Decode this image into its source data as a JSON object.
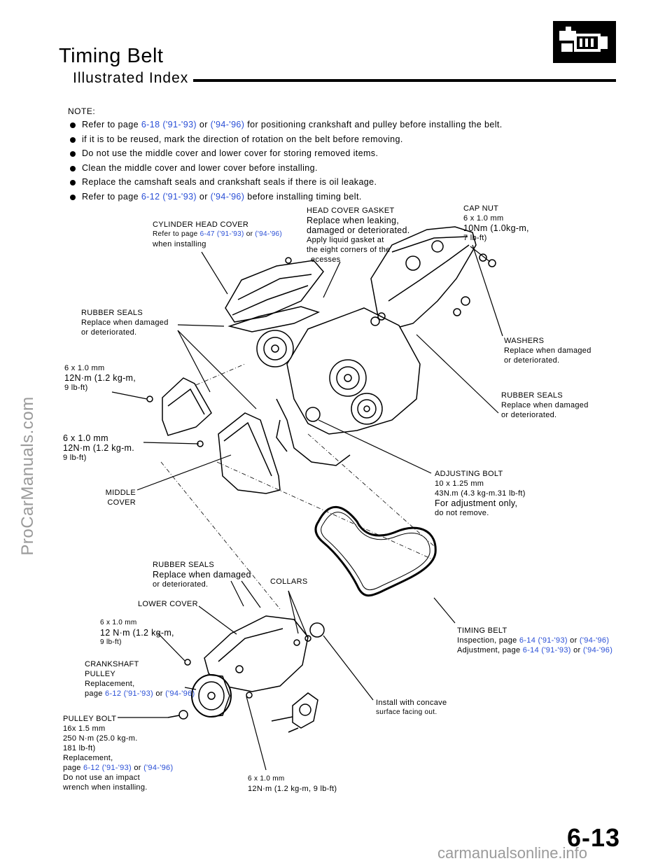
{
  "page": {
    "title": "Timing Belt",
    "subtitle": "Illustrated Index",
    "page_number": "6-13",
    "icon": "engine-section-icon",
    "watermark_side": "ProCarManuals.com",
    "watermark_footer": "carmanualsonline.info"
  },
  "notes": {
    "heading": "NOTE:",
    "items": [
      {
        "pre": "Refer to page ",
        "ref1": "6-18 ('91-'93)",
        "mid": " or ",
        "ref2": "('94-'96)",
        "post": " for positioning crankshaft and pulley before installing the belt."
      },
      {
        "pre": "if it is to be reused, mark the direction of rotation on the belt before removing.",
        "ref1": "",
        "mid": "",
        "ref2": "",
        "post": ""
      },
      {
        "pre": "Do not use the middle cover and lower cover for storing removed items.",
        "ref1": "",
        "mid": "",
        "ref2": "",
        "post": ""
      },
      {
        "pre": "Clean the middle cover and lower cover before installing.",
        "ref1": "",
        "mid": "",
        "ref2": "",
        "post": ""
      },
      {
        "pre": "Replace the camshaft seals and crankshaft seals if there is oil leakage.",
        "ref1": "",
        "mid": "",
        "ref2": "",
        "post": ""
      },
      {
        "pre": "Refer to page ",
        "ref1": "6-12 ('91-'93)",
        "mid": " or ",
        "ref2": "('94-'96)",
        "post": " before installing timing belt."
      }
    ]
  },
  "labels": {
    "cyl_head_cover": {
      "l1": "CYLINDER HEAD COVER",
      "l2_pre": "Refer to page ",
      "l2_ref1": "6-47 ('91-'93)",
      "l2_mid": " or ",
      "l2_ref2": "('94-'96)",
      "l3": "when installing"
    },
    "head_gasket": {
      "l1": "HEAD COVER GASKET",
      "l2": "Replace when leaking,",
      "l3": "damaged or deteriorated.",
      "l4": "Apply liquid gasket at",
      "l5": "the eight corners of the",
      "l6": "ecesses"
    },
    "cap_nut": {
      "l1": "CAP NUT",
      "l2": "6 x 1.0 mm",
      "l3": "10Nm (1.0kg-m,",
      "l4": "7 lb-ft)"
    },
    "rubber_seals_1": {
      "l1": "RUBBER SEALS",
      "l2": "Replace when damaged",
      "l3": "or deteriorated."
    },
    "washers": {
      "l1": "WASHERS",
      "l2": "Replace when damaged",
      "l3": "or deteriorated."
    },
    "bolt_a": {
      "l1": "6 x 1.0 mm",
      "l2": "12N·m (1.2 kg-m,",
      "l3": "9 lb-ft)"
    },
    "rubber_seals_2": {
      "l1": "RUBBER SEALS",
      "l2": "Replace when damaged",
      "l3": "or deteriorated."
    },
    "bolt_b": {
      "l1": "6 x 1.0 mm",
      "l2": "12N·m (1.2 kg-m.",
      "l3": "9 lb-ft)"
    },
    "adjusting_bolt": {
      "l1": "ADJUSTING BOLT",
      "l2": "10 x 1.25 mm",
      "l3": "43N.m (4.3 kg-m.31 lb-ft)",
      "l4": "For adjustment only,",
      "l5": "do not remove."
    },
    "middle_cover": {
      "l1": "MIDDLE",
      "l2": "COVER"
    },
    "rubber_seals_3": {
      "l1": "RUBBER SEALS",
      "l2": "Replace when damaged",
      "l3": "or deteriorated."
    },
    "collars": {
      "l1": "COLLARS"
    },
    "lower_cover": {
      "l1": "LOWER COVER"
    },
    "bolt_c": {
      "l1": "6 x 1.0 mm",
      "l2": "12 N·m (1.2 kg-m,",
      "l3": "9 lb-ft)"
    },
    "timing_belt": {
      "l1": "TIMING BELT",
      "l2_pre": "Inspection, page ",
      "l2_ref1": "6-14 ('91-'93)",
      "l2_mid": " or ",
      "l2_ref2": "('94-'96)",
      "l3_pre": "Adjustment, page ",
      "l3_ref1": "6-14 ('91-'93)",
      "l3_mid": " or ",
      "l3_ref2": "('94-'96)"
    },
    "crank_pulley": {
      "l1": "CRANKSHAFT",
      "l2": "PULLEY",
      "l3": "Replacement,",
      "l4_pre": "page ",
      "l4_ref1": "6-12 ('91-'93)",
      "l4_mid": " or ",
      "l4_ref2": "('94-'96)"
    },
    "concave": {
      "l1": "Install with concave",
      "l2": "surface facing out."
    },
    "pulley_bolt": {
      "l1": "PULLEY BOLT",
      "l2": "16x 1.5 mm",
      "l3": "250 N·m (25.0 kg-m.",
      "l4": "181 lb-ft)",
      "l5": "Replacement,",
      "l6_pre": "page ",
      "l6_ref1": "6-12 ('91-'93)",
      "l6_mid": " or ",
      "l6_ref2": "('94-'96)",
      "l7": "Do not use an impact",
      "l8": "wrench when installing."
    },
    "bolt_d": {
      "l1": "6 x 1.0 mm",
      "l2": "12N·m (1.2 kg-m, 9 lb-ft)"
    }
  }
}
